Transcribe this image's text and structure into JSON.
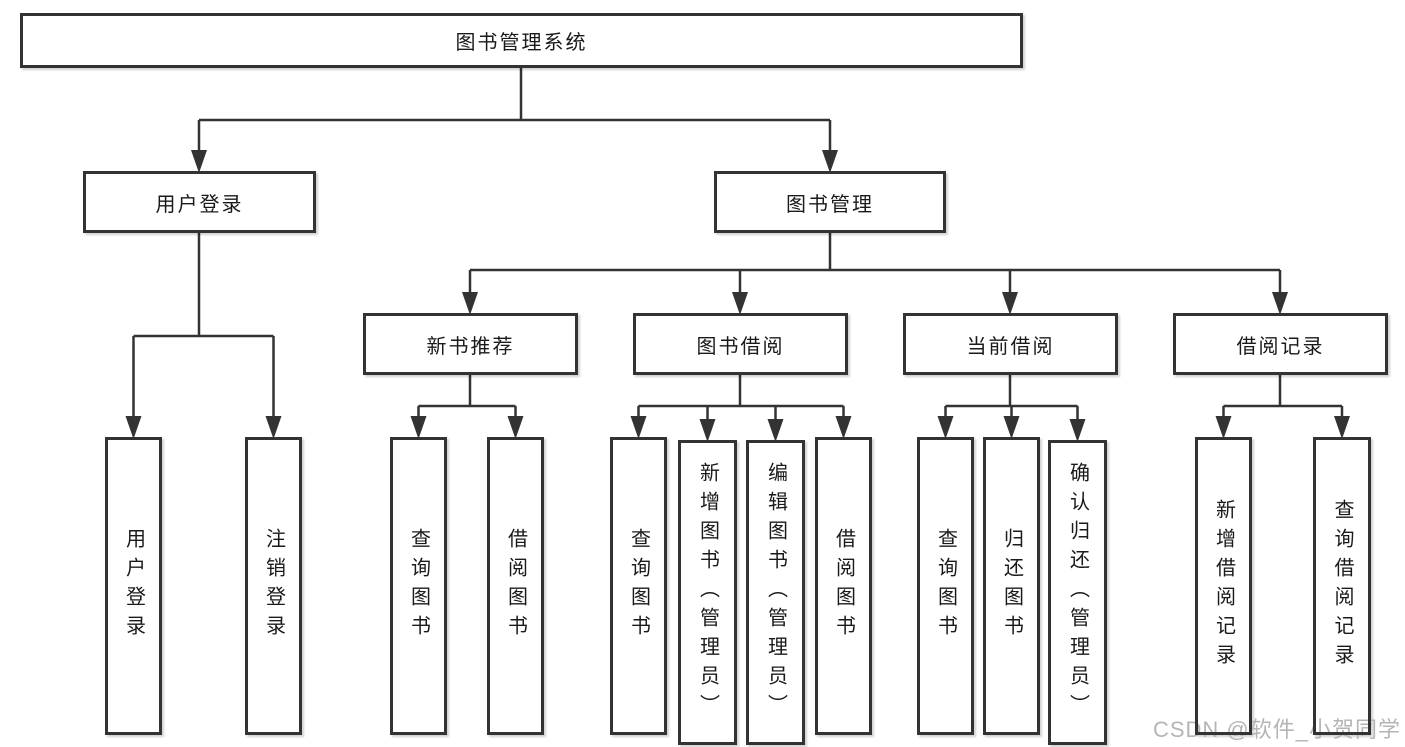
{
  "diagram": {
    "type": "tree",
    "colors": {
      "background": "#ffffff",
      "line": "#333333",
      "box_border": "#333333",
      "text": "#1a1a1a",
      "watermark": "#b5b5b5"
    },
    "tree": {
      "root": {
        "label": "图书管理系统",
        "children": [
          {
            "label": "用户登录",
            "children": [
              {
                "label": "用户登录"
              },
              {
                "label": "注销登录"
              }
            ]
          },
          {
            "label": "图书管理",
            "children": [
              {
                "label": "新书推荐",
                "children": [
                  {
                    "label": "查询图书"
                  },
                  {
                    "label": "借阅图书"
                  }
                ]
              },
              {
                "label": "图书借阅",
                "children": [
                  {
                    "label": "查询图书"
                  },
                  {
                    "label": "新增图书（管理员）"
                  },
                  {
                    "label": "编辑图书（管理员）"
                  },
                  {
                    "label": "借阅图书"
                  }
                ]
              },
              {
                "label": "当前借阅",
                "children": [
                  {
                    "label": "查询图书"
                  },
                  {
                    "label": "归还图书"
                  },
                  {
                    "label": "确认归还（管理员）"
                  }
                ]
              },
              {
                "label": "借阅记录",
                "children": [
                  {
                    "label": "新增借阅记录"
                  },
                  {
                    "label": "查询借阅记录"
                  }
                ]
              }
            ]
          }
        ]
      }
    },
    "watermark": {
      "text": "CSDN @软件_小贺同学"
    }
  }
}
